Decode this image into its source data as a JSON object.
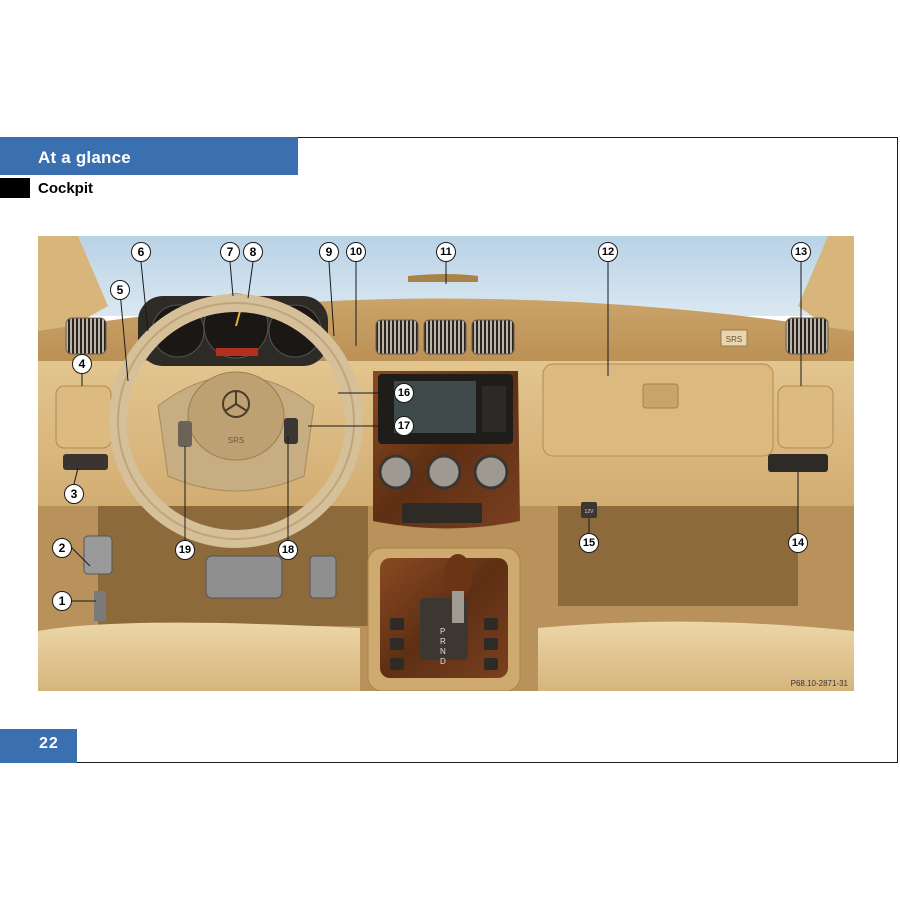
{
  "header": {
    "section": "At a glance",
    "subsection": "Cockpit"
  },
  "figure": {
    "code": "P68.10-2871-31",
    "callouts": [
      "1",
      "2",
      "3",
      "4",
      "5",
      "6",
      "7",
      "8",
      "9",
      "10",
      "11",
      "12",
      "13",
      "14",
      "15",
      "16",
      "17",
      "18",
      "19"
    ],
    "badge_left": "SRS",
    "badge_right": "SRS",
    "gear_letters": [
      "P",
      "R",
      "N",
      "D"
    ],
    "socket_label": "12V"
  },
  "footer": {
    "page_number": "22"
  },
  "colors": {
    "accent": "#3a6fb0",
    "dash": "#c9a56a",
    "wood": "#6b3a1e"
  }
}
